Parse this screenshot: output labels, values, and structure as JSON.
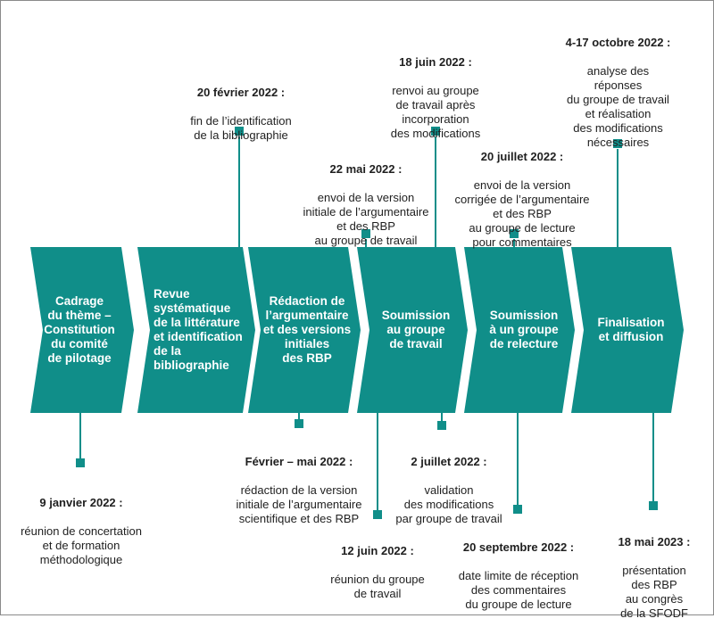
{
  "colors": {
    "teal": "#108e89",
    "text": "#1f1f1f",
    "frame": "#8a8a8a"
  },
  "phases": [
    {
      "label": "Cadrage\ndu thème –\nConstitution\ndu comité\nde pilotage"
    },
    {
      "label": "Revue\nsystématique\nde la littérature\net identification\nde la\nbibliographie"
    },
    {
      "label": "Rédaction de\nl’argumentaire\net des versions\ninitiales\ndes RBP"
    },
    {
      "label": "Soumission\nau groupe\nde travail"
    },
    {
      "label": "Soumission\nà un groupe\nde relecture"
    },
    {
      "label": "Finalisation\net diffusion"
    }
  ],
  "milestones_top": [
    {
      "date": "20 février 2022 :",
      "text": "fin de l’identification\nde la bibliographie"
    },
    {
      "date": "22 mai 2022 :",
      "text": "envoi de la version\ninitiale de l’argumentaire\net des RBP\nau groupe de travail"
    },
    {
      "date": "18 juin 2022 :",
      "text": "renvoi au groupe\nde travail après\nincorporation\ndes modifications"
    },
    {
      "date": "20 juillet 2022 :",
      "text": "envoi de la version\ncorrigée de l’argumentaire\net des RBP\nau groupe de lecture\npour commentaires"
    },
    {
      "date": "4-17 octobre 2022 :",
      "text": "analyse des\nréponses\ndu groupe de travail\net réalisation\ndes modifications\nnécessaires"
    }
  ],
  "milestones_bottom": [
    {
      "date": "9 janvier 2022 :",
      "text": "réunion de concertation\net de formation\nméthodologique"
    },
    {
      "date": "Février – mai 2022 :",
      "text": "rédaction de la version\ninitiale de l’argumentaire\nscientifique et des RBP"
    },
    {
      "date": "2 juillet 2022 :",
      "text": "validation\ndes modifications\npar groupe de travail"
    },
    {
      "date": "12 juin 2022 :",
      "text": "réunion du groupe\nde travail"
    },
    {
      "date": "20 septembre 2022 :",
      "text": "date limite de réception\ndes commentaires\ndu groupe de lecture"
    },
    {
      "date": "18 mai 2023 :",
      "text": "présentation\ndes RBP\nau congrès\nde la SFODF"
    }
  ]
}
